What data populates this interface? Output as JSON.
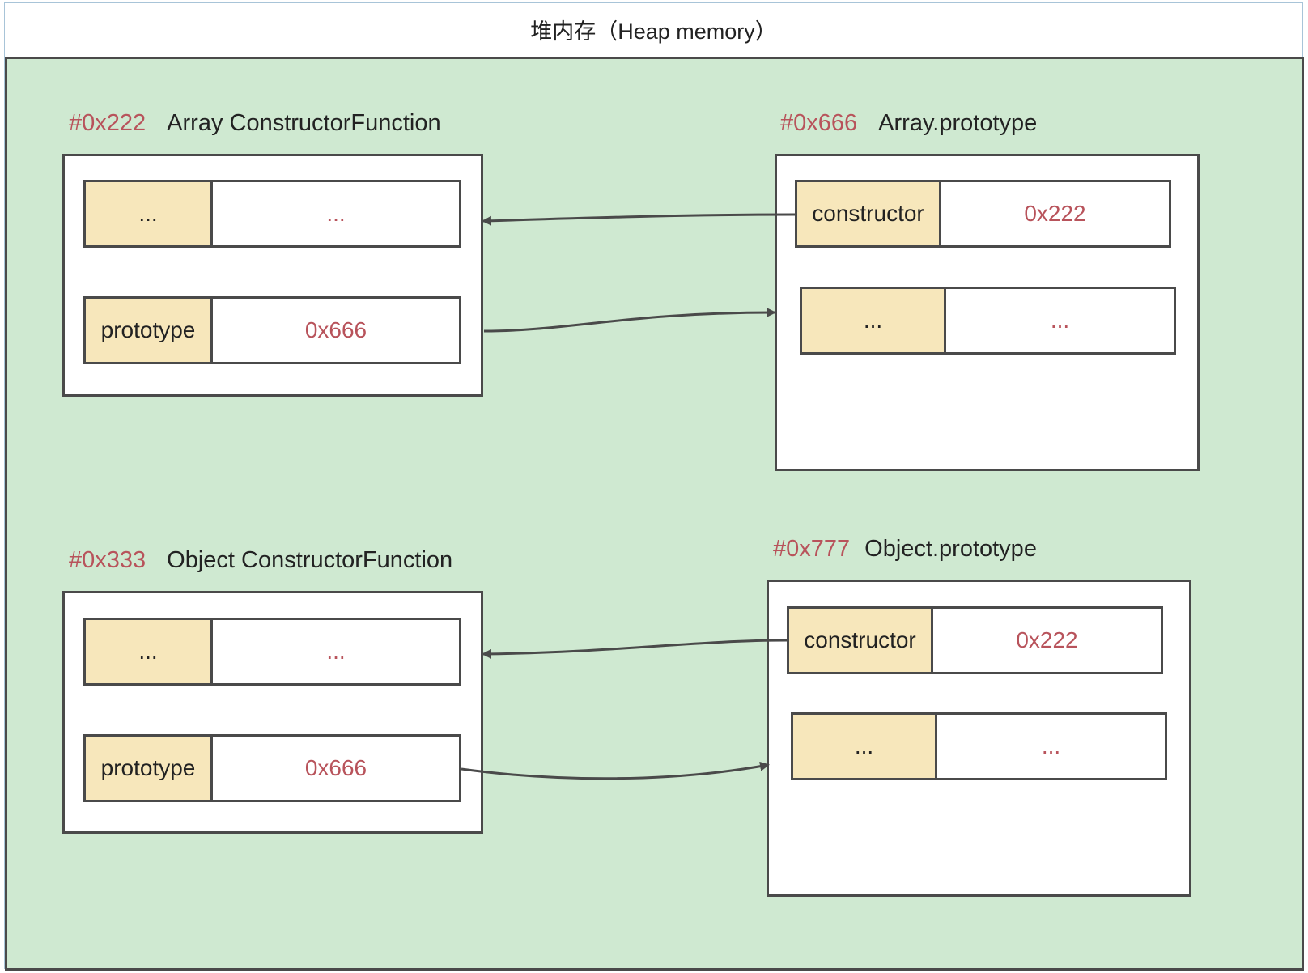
{
  "title": "堆内存（Heap memory）",
  "objects": {
    "array_ctor": {
      "address": "#0x222",
      "name": "Array ConstructorFunction",
      "slots": [
        {
          "key": "...",
          "value": "..."
        },
        {
          "key": "prototype",
          "value": "0x666"
        }
      ]
    },
    "array_proto": {
      "address": "#0x666",
      "name": "Array.prototype",
      "slots": [
        {
          "key": "constructor",
          "value": "0x222"
        },
        {
          "key": "...",
          "value": "..."
        }
      ]
    },
    "object_ctor": {
      "address": "#0x333",
      "name": "Object ConstructorFunction",
      "slots": [
        {
          "key": "...",
          "value": "..."
        },
        {
          "key": "prototype",
          "value": "0x666"
        }
      ]
    },
    "object_proto": {
      "address": "#0x777",
      "name": "Object.prototype",
      "slots": [
        {
          "key": "constructor",
          "value": "0x222"
        },
        {
          "key": "...",
          "value": "..."
        }
      ]
    }
  },
  "colors": {
    "heap_background": "#cfe9d1",
    "key_cell": "#f7e7bb",
    "address_text": "#b8535b",
    "border": "#4a4a4a"
  }
}
